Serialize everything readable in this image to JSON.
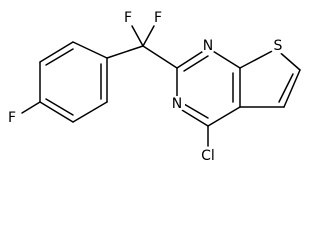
{
  "atoms": {
    "f_top_left": "F",
    "f_top_right": "F",
    "f_para": "F",
    "n_upper": "N",
    "n_lower": "N",
    "s_thiophene": "S",
    "cl": "Cl"
  },
  "colors": {
    "background": "#ffffff",
    "bond": "#000000",
    "label": "#000000"
  }
}
